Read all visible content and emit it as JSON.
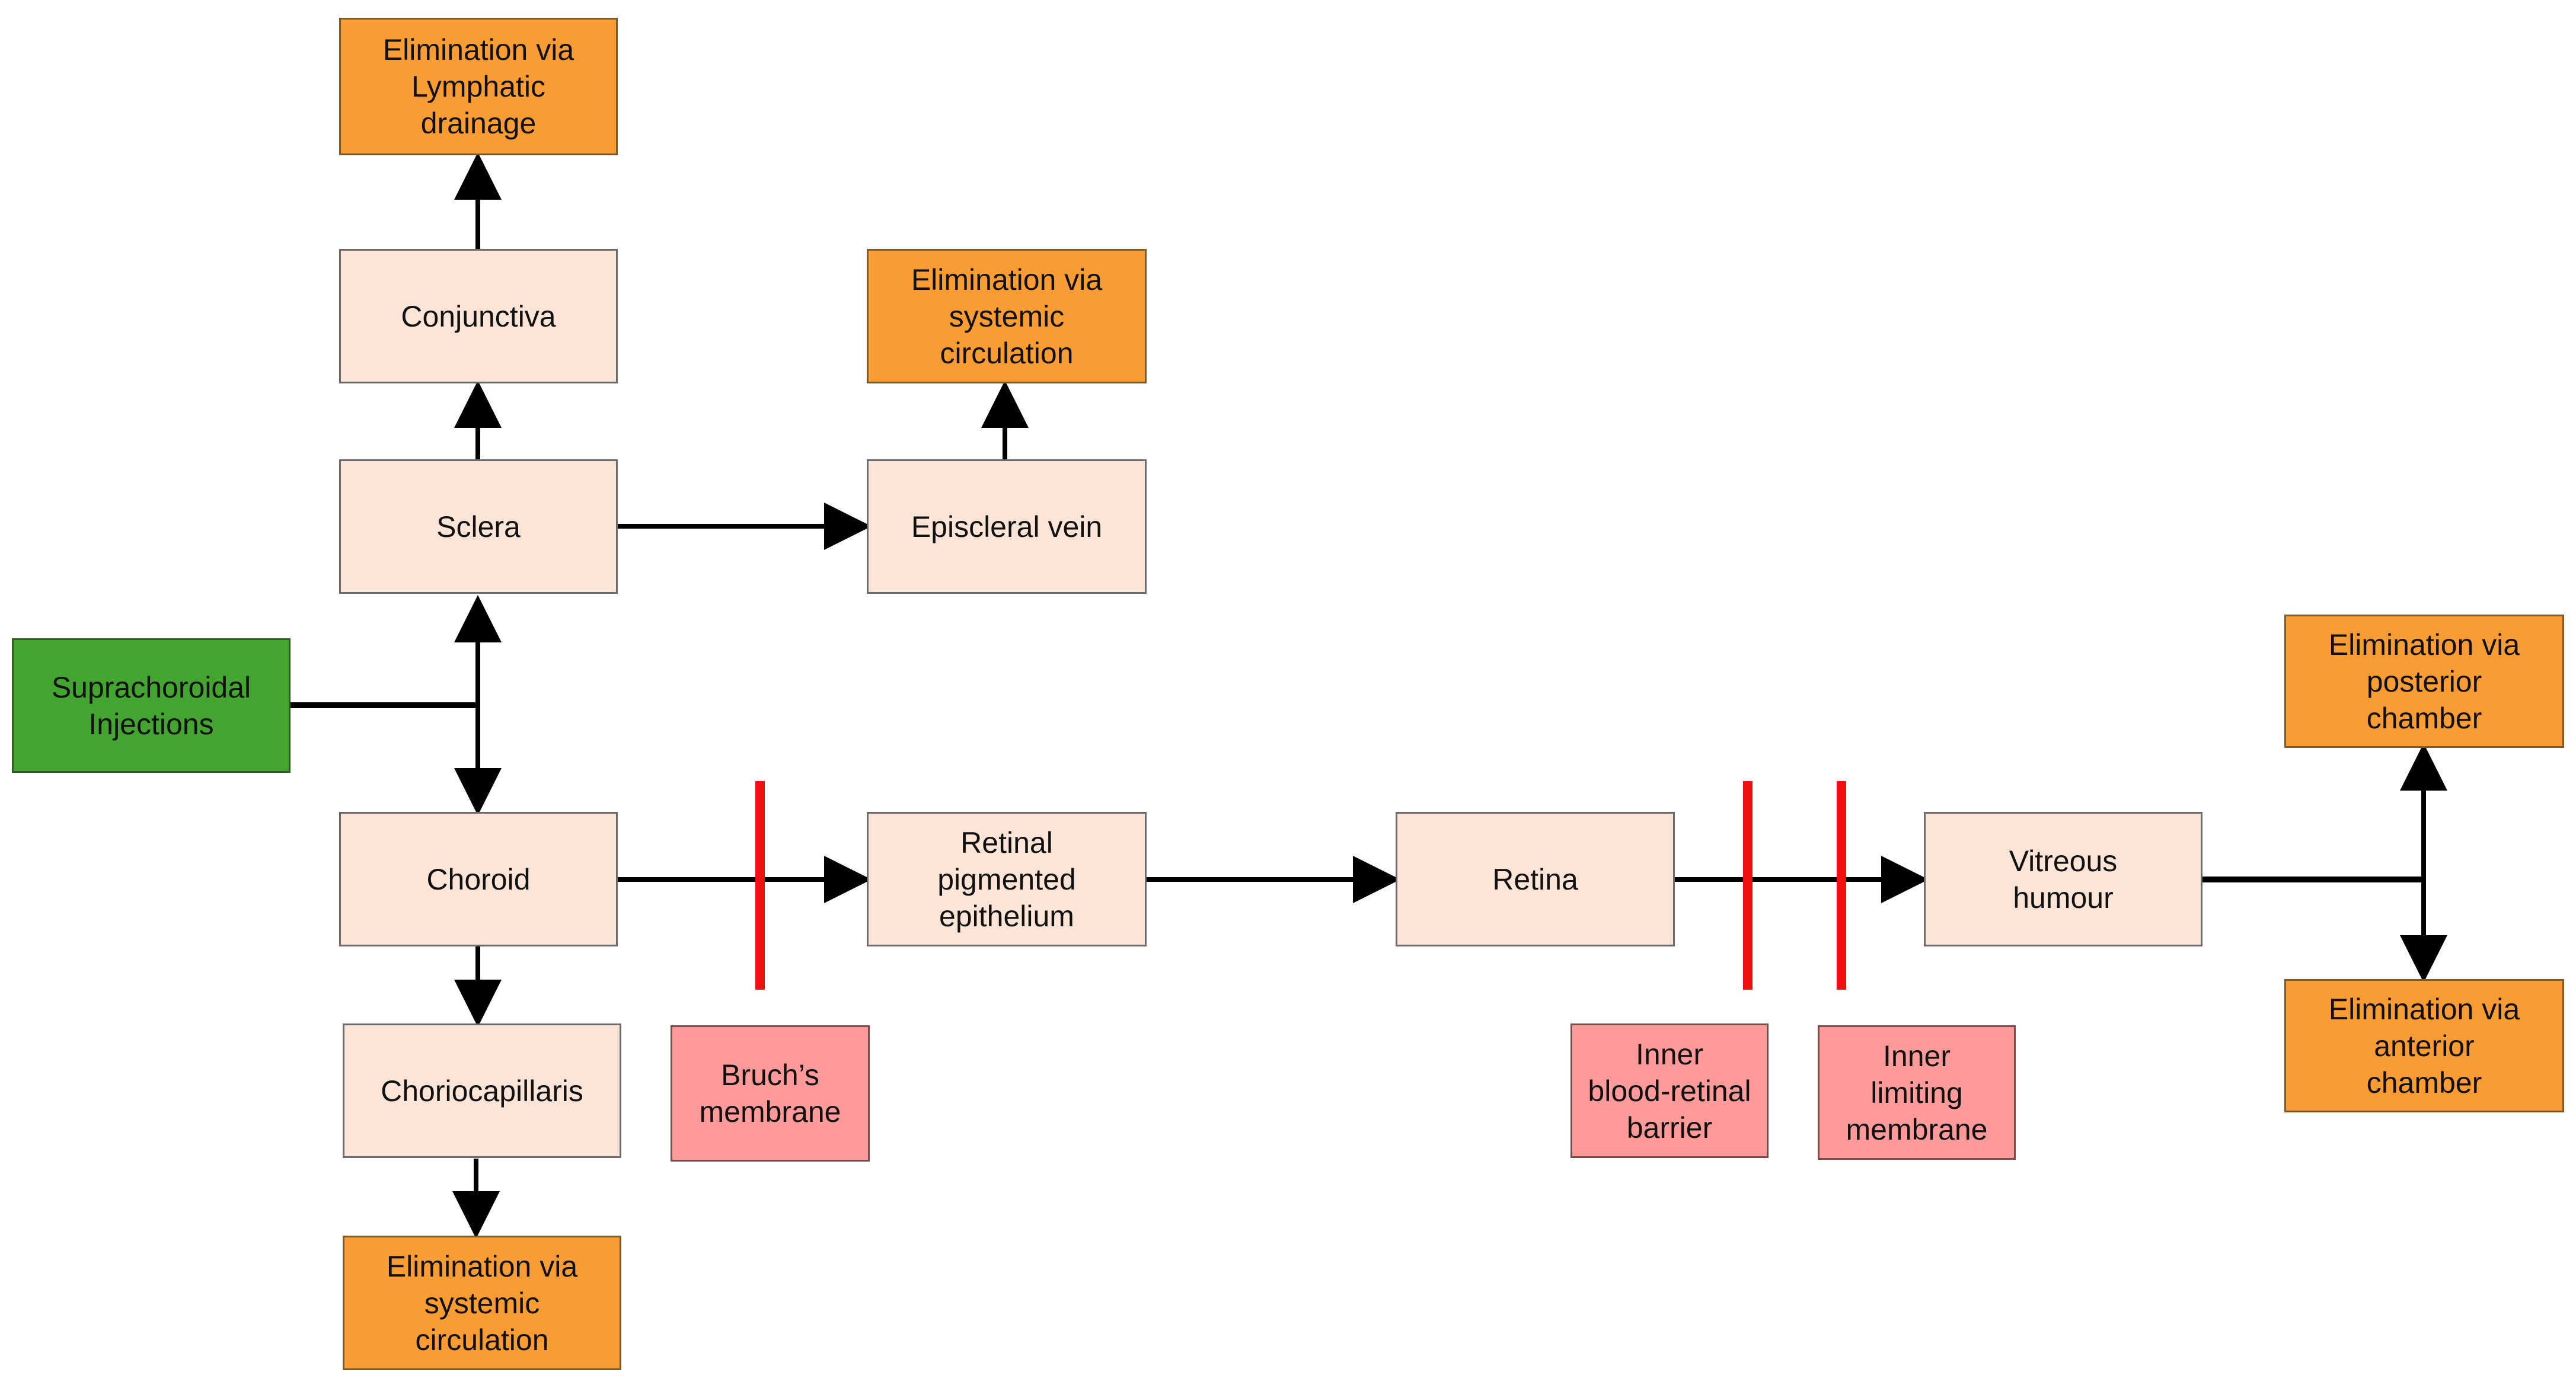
{
  "diagram": {
    "colors": {
      "tissue": "#fce4d6",
      "elimination": "#fa9c34",
      "source": "#43a530",
      "barrier": "#ff9a9a",
      "barrier_line": "#ee1111",
      "arrow": "#000000"
    },
    "nodes": {
      "elim_lymphatic": "Elimination via\nLymphatic\ndrainage",
      "conjunctiva": "Conjunctiva",
      "elim_systemic_top": "Elimination via\nsystemic\ncirculation",
      "sclera": "Sclera",
      "episcleral_vein": "Episcleral vein",
      "suprachoroidal": "Suprachoroidal\nInjections",
      "choroid": "Choroid",
      "rpe": "Retinal\npigmented\nepithelium",
      "retina": "Retina",
      "vitreous": "Vitreous\nhumour",
      "elim_posterior": "Elimination via\nposterior\nchamber",
      "elim_anterior": "Elimination via\nanterior\nchamber",
      "choriocapillaris": "Choriocapillaris",
      "elim_systemic_bottom": "Elimination via\nsystemic\ncirculation",
      "bruchs_membrane": "Bruch’s\nmembrane",
      "inner_brb": "Inner\nblood-retinal\nbarrier",
      "inner_limiting": "Inner\nlimiting\nmembrane"
    },
    "edges": [
      {
        "from": "suprachoroidal",
        "to": "sclera"
      },
      {
        "from": "suprachoroidal",
        "to": "choroid"
      },
      {
        "from": "sclera",
        "to": "conjunctiva"
      },
      {
        "from": "conjunctiva",
        "to": "elim_lymphatic"
      },
      {
        "from": "sclera",
        "to": "episcleral_vein"
      },
      {
        "from": "episcleral_vein",
        "to": "elim_systemic_top"
      },
      {
        "from": "choroid",
        "to": "rpe",
        "crosses": [
          "bruchs_membrane"
        ]
      },
      {
        "from": "rpe",
        "to": "retina"
      },
      {
        "from": "retina",
        "to": "vitreous",
        "crosses": [
          "inner_brb",
          "inner_limiting"
        ]
      },
      {
        "from": "vitreous",
        "to": "elim_posterior"
      },
      {
        "from": "vitreous",
        "to": "elim_anterior"
      },
      {
        "from": "choroid",
        "to": "choriocapillaris"
      },
      {
        "from": "choriocapillaris",
        "to": "elim_systemic_bottom"
      }
    ]
  }
}
